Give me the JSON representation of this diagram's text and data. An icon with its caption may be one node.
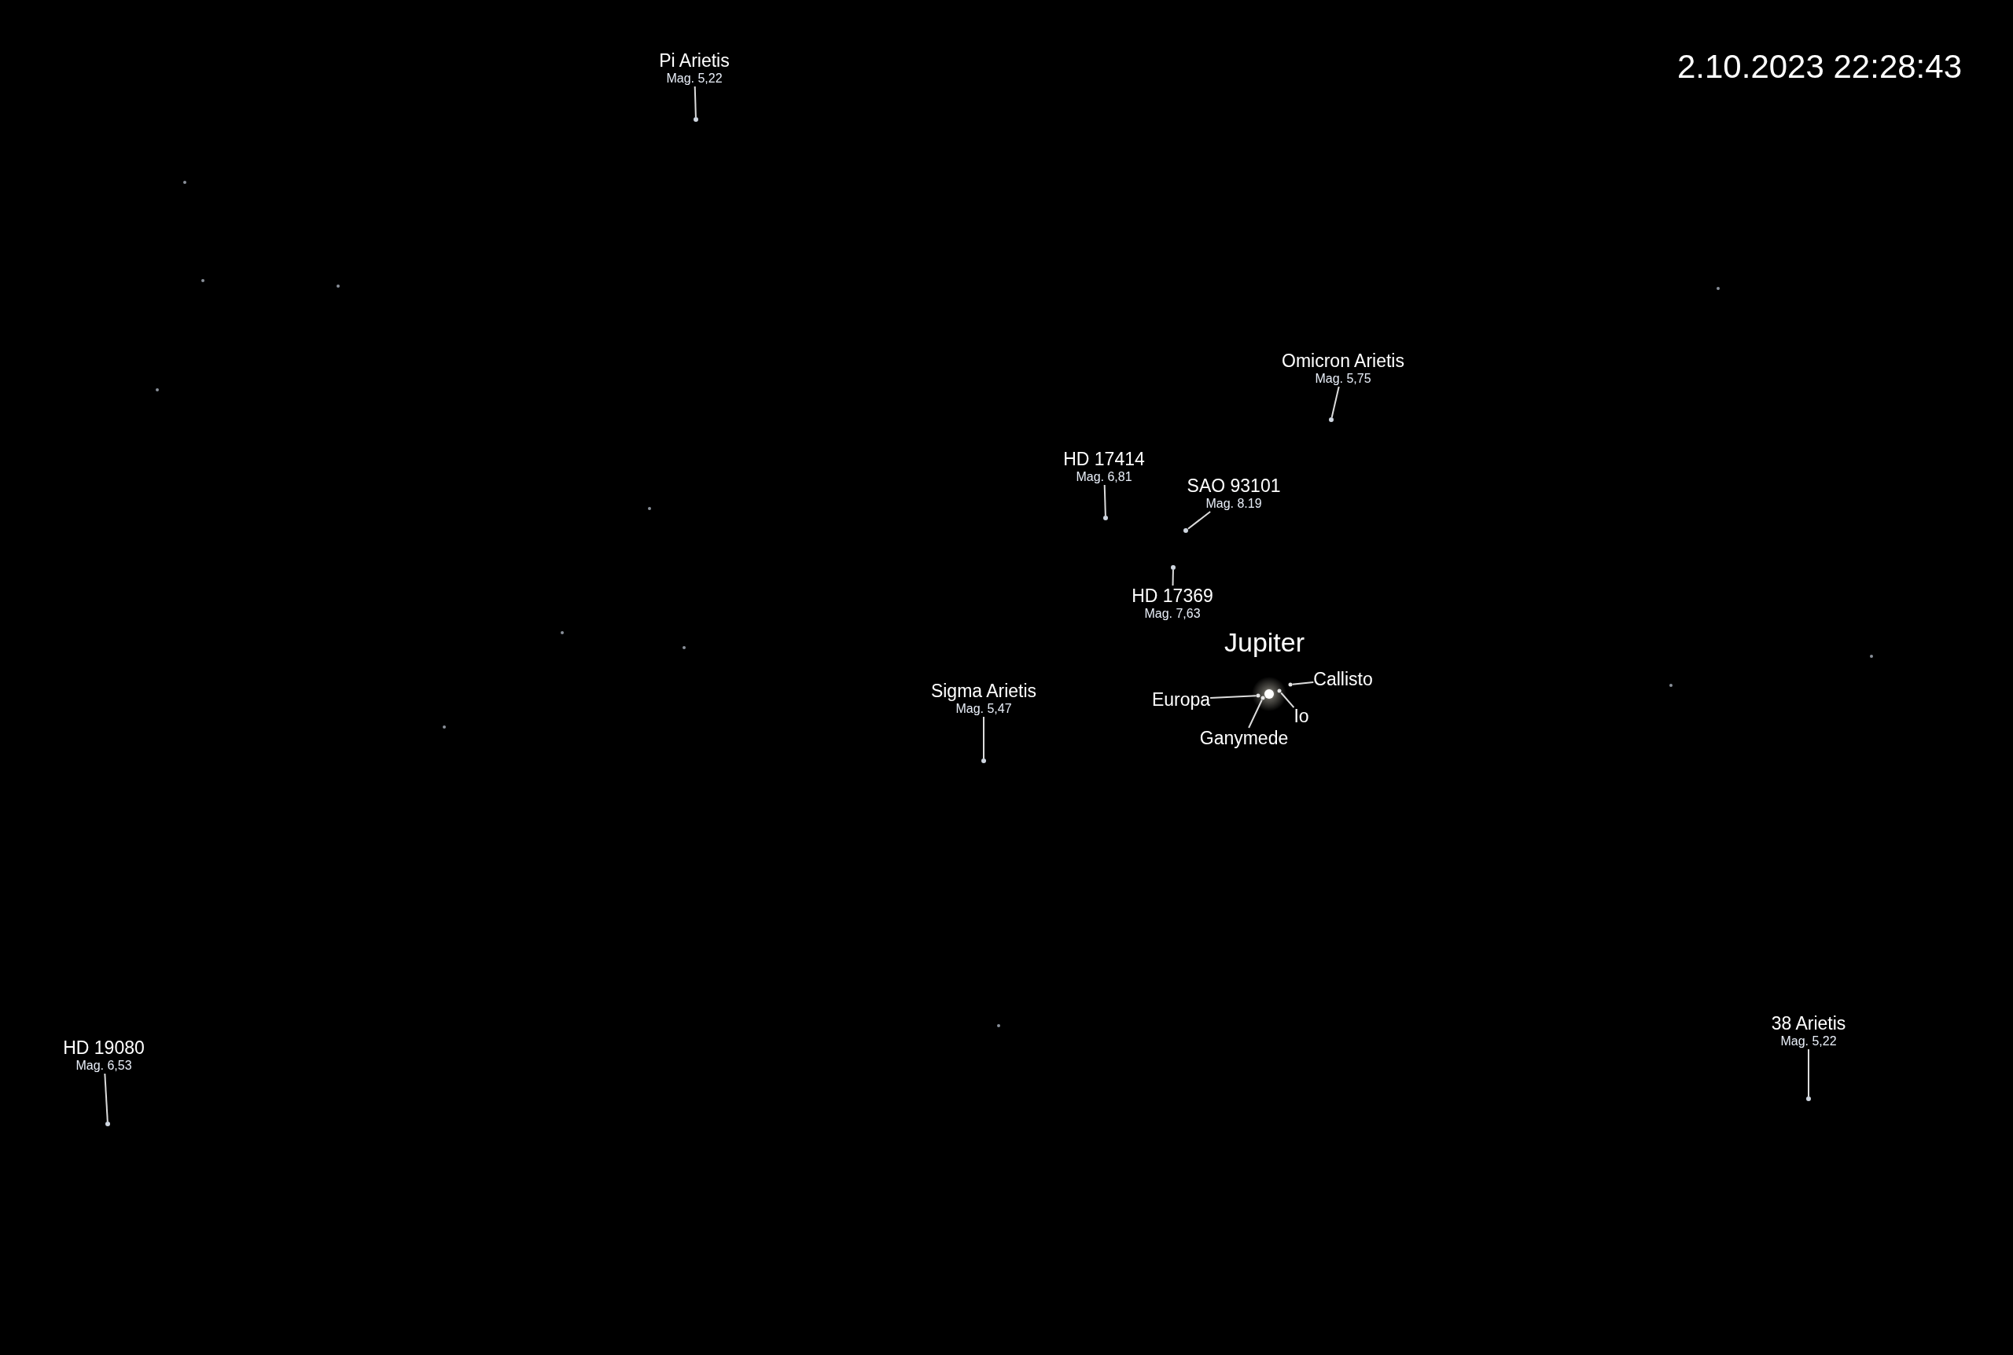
{
  "diagram": {
    "nodes": [
      {
        "text": [
          "Pi Arietis",
          "Mag. 5,22"
        ]
      },
      {
        "text": [],
        "shape": "circle"
      },
      {
        "text": [
          "Omicron Arietis",
          "Mag. 5,75"
        ]
      },
      {
        "text": [],
        "shape": "circle"
      },
      {
        "text": [
          "HD 17414",
          "Mag. 6,81"
        ]
      },
      {
        "text": [],
        "shape": "circle"
      },
      {
        "text": [
          "SAO 93101",
          "Mag. 8.19"
        ]
      },
      {
        "text": [],
        "shape": "circle"
      },
      {
        "text": [],
        "shape": "circle"
      },
      {
        "text": [
          "HD 17369",
          "Mag. 7,63"
        ]
      },
      {
        "text": [
          "Callisto"
        ]
      },
      {
        "text": [],
        "shape": "circle"
      },
      {
        "text": [
          "Europa"
        ]
      },
      {
        "text": [],
        "shape": "circle"
      },
      {
        "text": [],
        "shape": "circle"
      },
      {
        "text": [],
        "shape": "circle"
      },
      {
        "text": [
          "Io"
        ]
      },
      {
        "text": [
          "Sigma Arietis",
          "Mag. 5,47"
        ]
      },
      {
        "text": [],
        "shape": "circle"
      },
      {
        "text": [
          "Ganymede"
        ]
      },
      {
        "text": [
          "HD 19080",
          "Mag. 6,53"
        ]
      },
      {
        "text": [],
        "shape": "circle"
      },
      {
        "text": [
          "38 Arietis",
          "Mag. 5,22"
        ]
      },
      {
        "text": [],
        "shape": "circle"
      }
    ],
    "edges": [
      {
        "from": 0,
        "to": 1,
        "arrow": "none"
      },
      {
        "from": 2,
        "to": 3,
        "arrow": "none"
      },
      {
        "from": 4,
        "to": 5,
        "arrow": "none"
      },
      {
        "from": 6,
        "to": 7,
        "arrow": "none"
      },
      {
        "from": 9,
        "to": 8,
        "arrow": "none"
      },
      {
        "from": 10,
        "to": 11,
        "arrow": "none"
      },
      {
        "from": 12,
        "to": 13,
        "arrow": "none"
      },
      {
        "from": 19,
        "to": 14,
        "arrow": "none"
      },
      {
        "from": 16,
        "to": 15,
        "arrow": "none"
      },
      {
        "from": 17,
        "to": 18,
        "arrow": "none"
      },
      {
        "from": 20,
        "to": 21,
        "arrow": "none"
      },
      {
        "from": 22,
        "to": 23,
        "arrow": "none"
      }
    ],
    "labels": [
      "2.10.2023 22:28:43",
      "Jupiter"
    ]
  }
}
